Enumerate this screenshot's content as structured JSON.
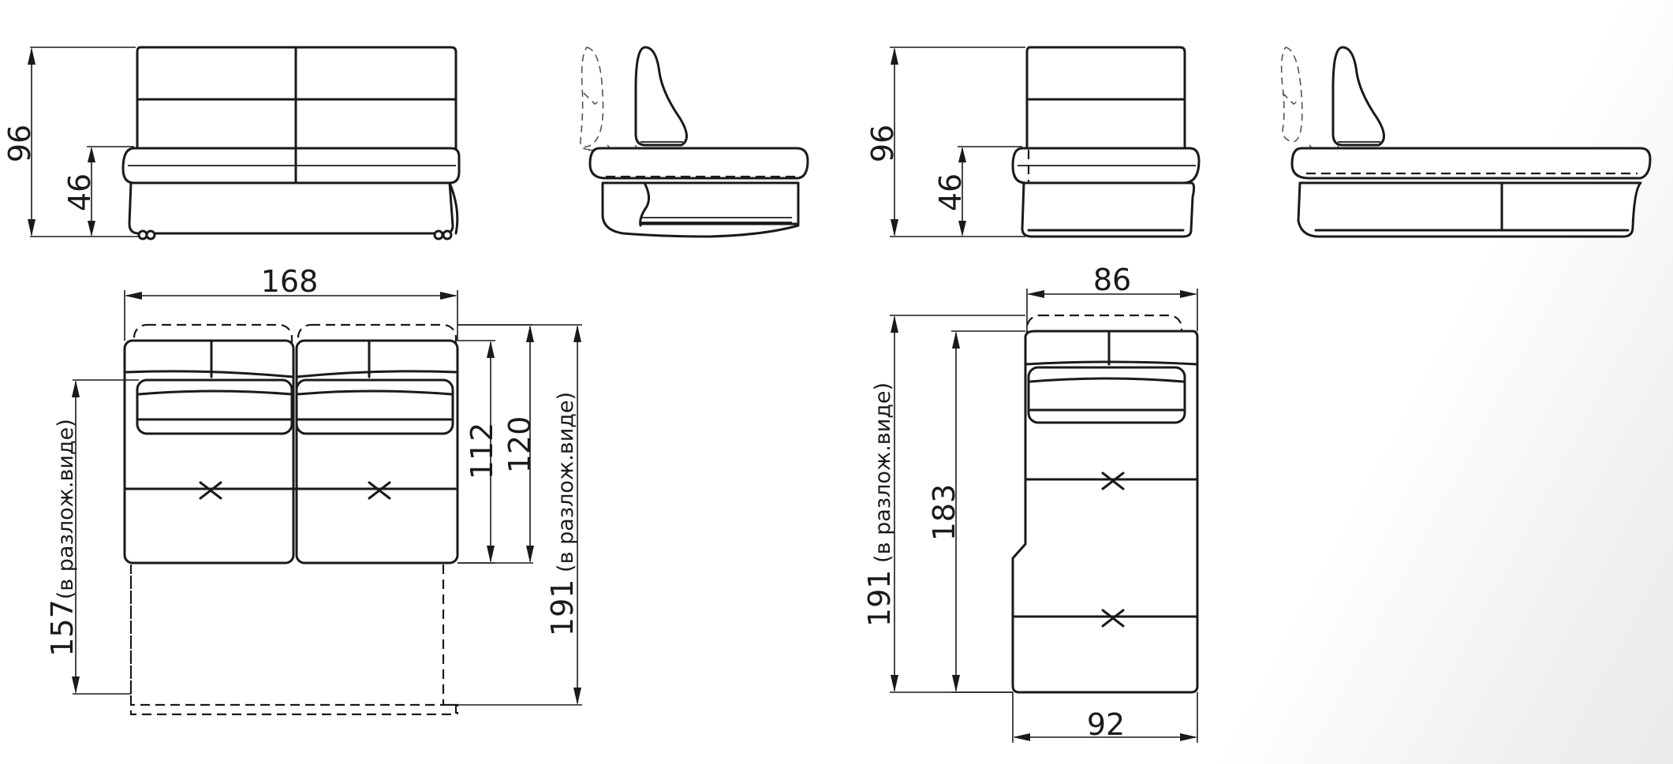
{
  "sofa_section": {
    "front_view": {
      "height_label": "96",
      "seat_height_label": "46"
    },
    "top_view": {
      "width_label": "168",
      "depth_label": "112",
      "depth_with_back_label": "120",
      "unfolded_label": "157",
      "unfolded_note": "(в разлож.виде)",
      "total_label": "191",
      "total_note": "(в разлож.виде)"
    }
  },
  "corner_section": {
    "front_view": {
      "height_label": "96",
      "seat_height_label": "46"
    },
    "top_view": {
      "top_width_label": "86",
      "bottom_width_label": "92",
      "depth_label": "183",
      "total_label": "191",
      "total_note": "(в разлож.виде)"
    }
  }
}
